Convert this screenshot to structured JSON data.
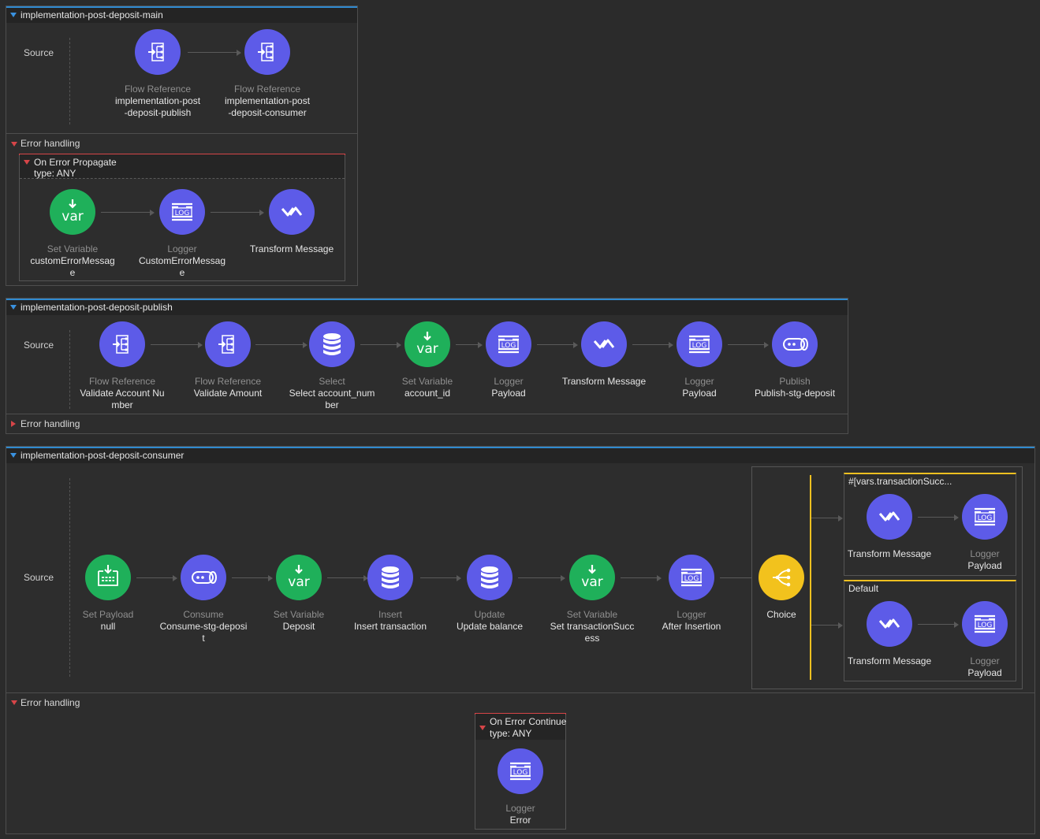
{
  "flows": [
    {
      "title": "implementation-post-deposit-main",
      "source_label": "Source",
      "error_label": "Error handling",
      "nodes": [
        {
          "type": "Flow Reference",
          "name": "implementation-post-deposit-publish",
          "icon": "flow-reference-icon"
        },
        {
          "type": "Flow Reference",
          "name": "implementation-post-deposit-consumer",
          "icon": "flow-reference-icon"
        }
      ],
      "error_scope": {
        "title": "On Error Propagate",
        "subtitle": "type: ANY",
        "nodes": [
          {
            "type": "Set Variable",
            "name": "customErrorMessage",
            "icon": "var-icon"
          },
          {
            "type": "Logger",
            "name": "CustomErrorMessage",
            "icon": "log-icon"
          },
          {
            "type": "",
            "name": "Transform Message",
            "icon": "transform-icon"
          }
        ]
      }
    },
    {
      "title": "implementation-post-deposit-publish",
      "source_label": "Source",
      "error_label": "Error handling",
      "nodes": [
        {
          "type": "Flow Reference",
          "name": "Validate Account Number",
          "icon": "flow-reference-icon"
        },
        {
          "type": "Flow Reference",
          "name": "Validate Amount",
          "icon": "flow-reference-icon"
        },
        {
          "type": "Select",
          "name": "Select account_number",
          "icon": "database-icon"
        },
        {
          "type": "Set Variable",
          "name": "account_id",
          "icon": "var-icon"
        },
        {
          "type": "Logger",
          "name": "Payload",
          "icon": "log-icon"
        },
        {
          "type": "",
          "name": "Transform Message",
          "icon": "transform-icon"
        },
        {
          "type": "Logger",
          "name": "Payload",
          "icon": "log-icon"
        },
        {
          "type": "Publish",
          "name": "Publish-stg-deposit",
          "icon": "queue-icon"
        }
      ]
    },
    {
      "title": "implementation-post-deposit-consumer",
      "source_label": "Source",
      "error_label": "Error handling",
      "nodes": [
        {
          "type": "Set Payload",
          "name": "null",
          "icon": "set-payload-icon"
        },
        {
          "type": "Consume",
          "name": "Consume-stg-deposit",
          "icon": "queue-icon"
        },
        {
          "type": "Set Variable",
          "name": "Deposit",
          "icon": "var-icon"
        },
        {
          "type": "Insert",
          "name": "Insert transaction",
          "icon": "database-icon"
        },
        {
          "type": "Update",
          "name": "Update balance",
          "icon": "database-icon"
        },
        {
          "type": "Set Variable",
          "name": "Set transactionSuccess",
          "icon": "var-icon"
        },
        {
          "type": "Logger",
          "name": "After Insertion",
          "icon": "log-icon"
        }
      ],
      "choice": {
        "name": "Choice",
        "routes": [
          {
            "title": "#[vars.transactionSucc...",
            "nodes": [
              {
                "type": "",
                "name": "Transform Message",
                "icon": "transform-icon"
              },
              {
                "type": "Logger",
                "name": "Payload",
                "icon": "log-icon"
              }
            ]
          },
          {
            "title": "Default",
            "nodes": [
              {
                "type": "",
                "name": "Transform Message",
                "icon": "transform-icon"
              },
              {
                "type": "Logger",
                "name": "Payload",
                "icon": "log-icon"
              }
            ]
          }
        ]
      },
      "error_scope": {
        "title": "On Error Continue",
        "subtitle": "type: ANY",
        "nodes": [
          {
            "type": "Logger",
            "name": "Error",
            "icon": "log-icon"
          }
        ]
      }
    }
  ],
  "colors": {
    "component": "#5d5be8",
    "variable": "#1fb05a",
    "choice": "#f2c21d",
    "flow_accent": "#2f8ad0",
    "error_accent": "#d64548",
    "route_accent": "#f0c020"
  }
}
